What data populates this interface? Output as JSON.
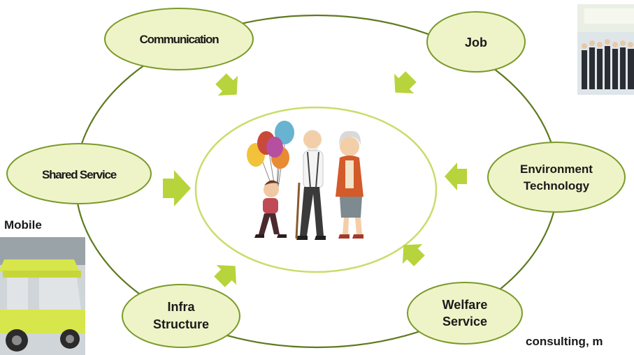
{
  "diagram": {
    "nodes": {
      "communication": [
        "Communication"
      ],
      "job": [
        "Job"
      ],
      "shared_service": [
        "Shared Service"
      ],
      "environment_technology": [
        "Environment",
        "Technology"
      ],
      "infra_structure": [
        "Infra",
        "Structure"
      ],
      "welfare_service": [
        "Welfare",
        "Service"
      ]
    },
    "side_labels": {
      "mobile": "Mobile",
      "consulting": "consulting, m"
    }
  },
  "colors": {
    "node_fill": "#eef4c8",
    "node_stroke": "#7a9a2a",
    "ring_stroke": "#5d7a1e",
    "inner_stroke": "#c9dd6a",
    "arrow": "#b7d43c"
  }
}
